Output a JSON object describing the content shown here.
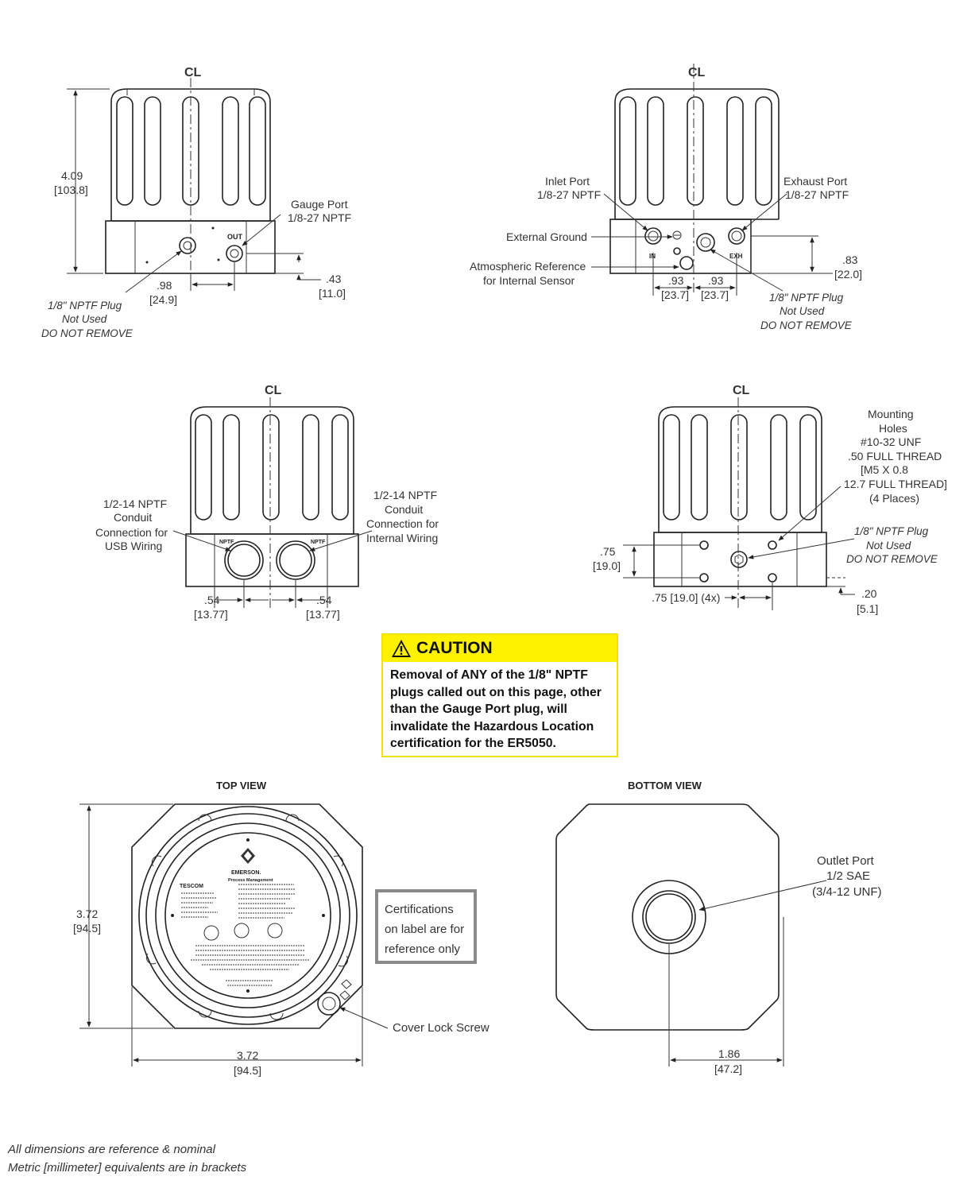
{
  "view1": {
    "cl": "CL",
    "height_in": "4.09",
    "height_mm": "[103.8]",
    "gauge_port": [
      "Gauge Port",
      "1/8-27 NPTF"
    ],
    "out_mark": "OUT",
    "dim_98": ".98",
    "dim_98_mm": "[24.9]",
    "dim_43": ".43",
    "dim_43_mm": "[11.0]",
    "plug_note": [
      "1/8\" NPTF Plug",
      "Not Used",
      "DO NOT REMOVE"
    ]
  },
  "view2": {
    "cl": "CL",
    "inlet": [
      "Inlet Port",
      "1/8-27 NPTF"
    ],
    "exhaust": [
      "Exhaust Port",
      "1/8-27 NPTF"
    ],
    "ground": "External Ground",
    "atmos": [
      "Atmospheric Reference",
      "for Internal Sensor"
    ],
    "in_mark": "IN",
    "exh_mark": "EXH",
    "dim_93a": ".93",
    "dim_93a_mm": "[23.7]",
    "dim_93b": ".93",
    "dim_93b_mm": "[23.7]",
    "dim_83": ".83",
    "dim_83_mm": "[22.0]",
    "plug_note": [
      "1/8\" NPTF Plug",
      "Not Used",
      "DO NOT REMOVE"
    ]
  },
  "view3": {
    "cl": "CL",
    "usb_conduit": [
      "1/2-14 NPTF",
      "Conduit",
      "Connection for",
      "USB Wiring"
    ],
    "int_conduit": [
      "1/2-14 NPTF",
      "Conduit",
      "Connection for",
      "Internal Wiring"
    ],
    "nptf_mark": "NPTF",
    "dim_54a": ".54",
    "dim_54a_mm": "[13.77]",
    "dim_54b": ".54",
    "dim_54b_mm": "[13.77]"
  },
  "view4": {
    "cl": "CL",
    "mounting": [
      "Mounting",
      "Holes",
      "#10-32 UNF",
      ".50 FULL THREAD",
      "[M5 X 0.8",
      "12.7 FULL THREAD]",
      "(4 Places)"
    ],
    "plug_note": [
      "1/8\" NPTF Plug",
      "Not Used",
      "DO NOT REMOVE"
    ],
    "dim_75v": ".75",
    "dim_75v_mm": "[19.0]",
    "dim_75h": ".75 [19.0] (4x)",
    "dim_20": ".20",
    "dim_20_mm": "[5.1]"
  },
  "caution": {
    "title": "CAUTION",
    "lines": [
      "Removal of ANY of the 1/8\" NPTF",
      "plugs called out on this page, other",
      "than the Gauge Port plug, will",
      "invalidate the Hazardous Location",
      "certification for the ER5050."
    ],
    "accent": "#fff200"
  },
  "top_view": {
    "title": "TOP VIEW",
    "height_in": "3.72",
    "height_mm": "[94.5]",
    "width_in": "3.72",
    "width_mm": "[94.5]",
    "lock_screw": "Cover Lock Screw",
    "label_brand": "EMERSON.",
    "label_sub": "Process Management",
    "label_tescom": "TESCOM"
  },
  "cert_note": [
    "Certifications",
    "on label are for",
    "reference only"
  ],
  "bottom_view": {
    "title": "BOTTOM VIEW",
    "outlet": [
      "Outlet Port",
      "1/2 SAE",
      "(3/4-12 UNF)"
    ],
    "width_in": "1.86",
    "width_mm": "[47.2]"
  },
  "footer": [
    "All dimensions are reference & nominal",
    "Metric [millimeter] equivalents are in brackets"
  ]
}
